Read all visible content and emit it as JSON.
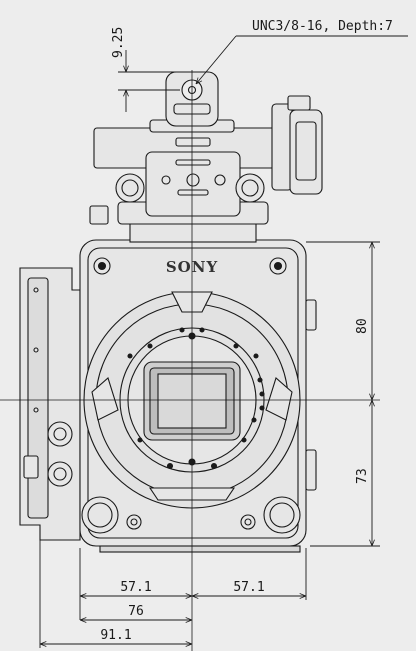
{
  "annotations": {
    "thread_spec": "UNC3/8-16, Depth:7",
    "dim_top_offset": "9.25",
    "dim_upper_height": "80",
    "dim_lower_height": "73",
    "dim_left_half": "57.1",
    "dim_right_half": "57.1",
    "dim_mid_width": "76",
    "dim_full_width": "91.1"
  },
  "brand": {
    "logo": "SONY"
  },
  "colors": {
    "background": "#ededed",
    "line": "#1a1a1a",
    "body_fill": "#e6e6e6"
  }
}
